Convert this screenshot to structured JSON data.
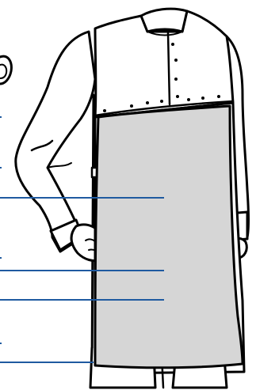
{
  "figure": {
    "subject": "garment-illustration",
    "colors": {
      "outline": "#000000",
      "garment_fill": "#ffffff",
      "apron_panel_fill": "#d6d6d6",
      "callout_line": "#1f5aa0"
    },
    "callouts": [
      {
        "id": "callout-1"
      },
      {
        "id": "callout-2"
      },
      {
        "id": "callout-3"
      },
      {
        "id": "callout-4"
      }
    ]
  }
}
